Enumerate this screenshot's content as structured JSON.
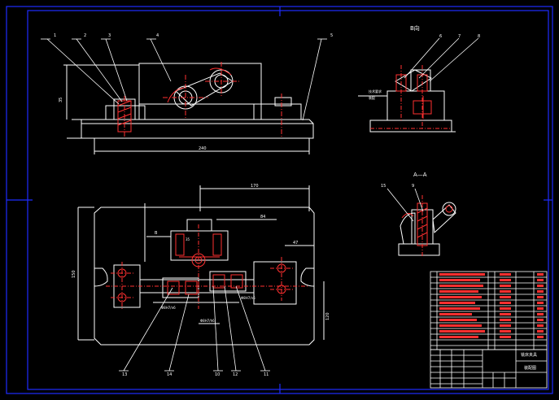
{
  "colors": {
    "background": "#000000",
    "frame": "#1e2cff",
    "outline": "#ffffff",
    "center_line": "#ff2020",
    "hatch": "#ff3030",
    "dimension": "#f0f0f0",
    "part_fill": "#ff3030"
  },
  "dimensions": {
    "front_height": "35",
    "front_width": "240",
    "top_width": "170",
    "top_inner": "84",
    "top_right": "47",
    "top_height": "150",
    "top_side": "120",
    "top_left_small": "35"
  },
  "callouts": {
    "c1": "1",
    "c2": "2",
    "c3": "3",
    "c4": "4",
    "c5": "5",
    "c6": "6",
    "c7": "7",
    "c8": "8",
    "c9": "9",
    "c10": "10",
    "c11": "11",
    "c12": "12",
    "c13": "13",
    "c14": "14",
    "c15": "15"
  },
  "view_labels": {
    "b_view": "B向",
    "aa_view": "A—A",
    "b_marker": "B"
  },
  "notes": {
    "fit_left": "Φ8H7/n6",
    "fit_right": "Φ8H7/n6",
    "fit_bottom": "Φ8H7/h6",
    "b_view_note1": "技术要求",
    "b_view_note2": "装配"
  },
  "title_block": {
    "drawing_name": "铣床夹具",
    "drawing_no": "装配图"
  }
}
